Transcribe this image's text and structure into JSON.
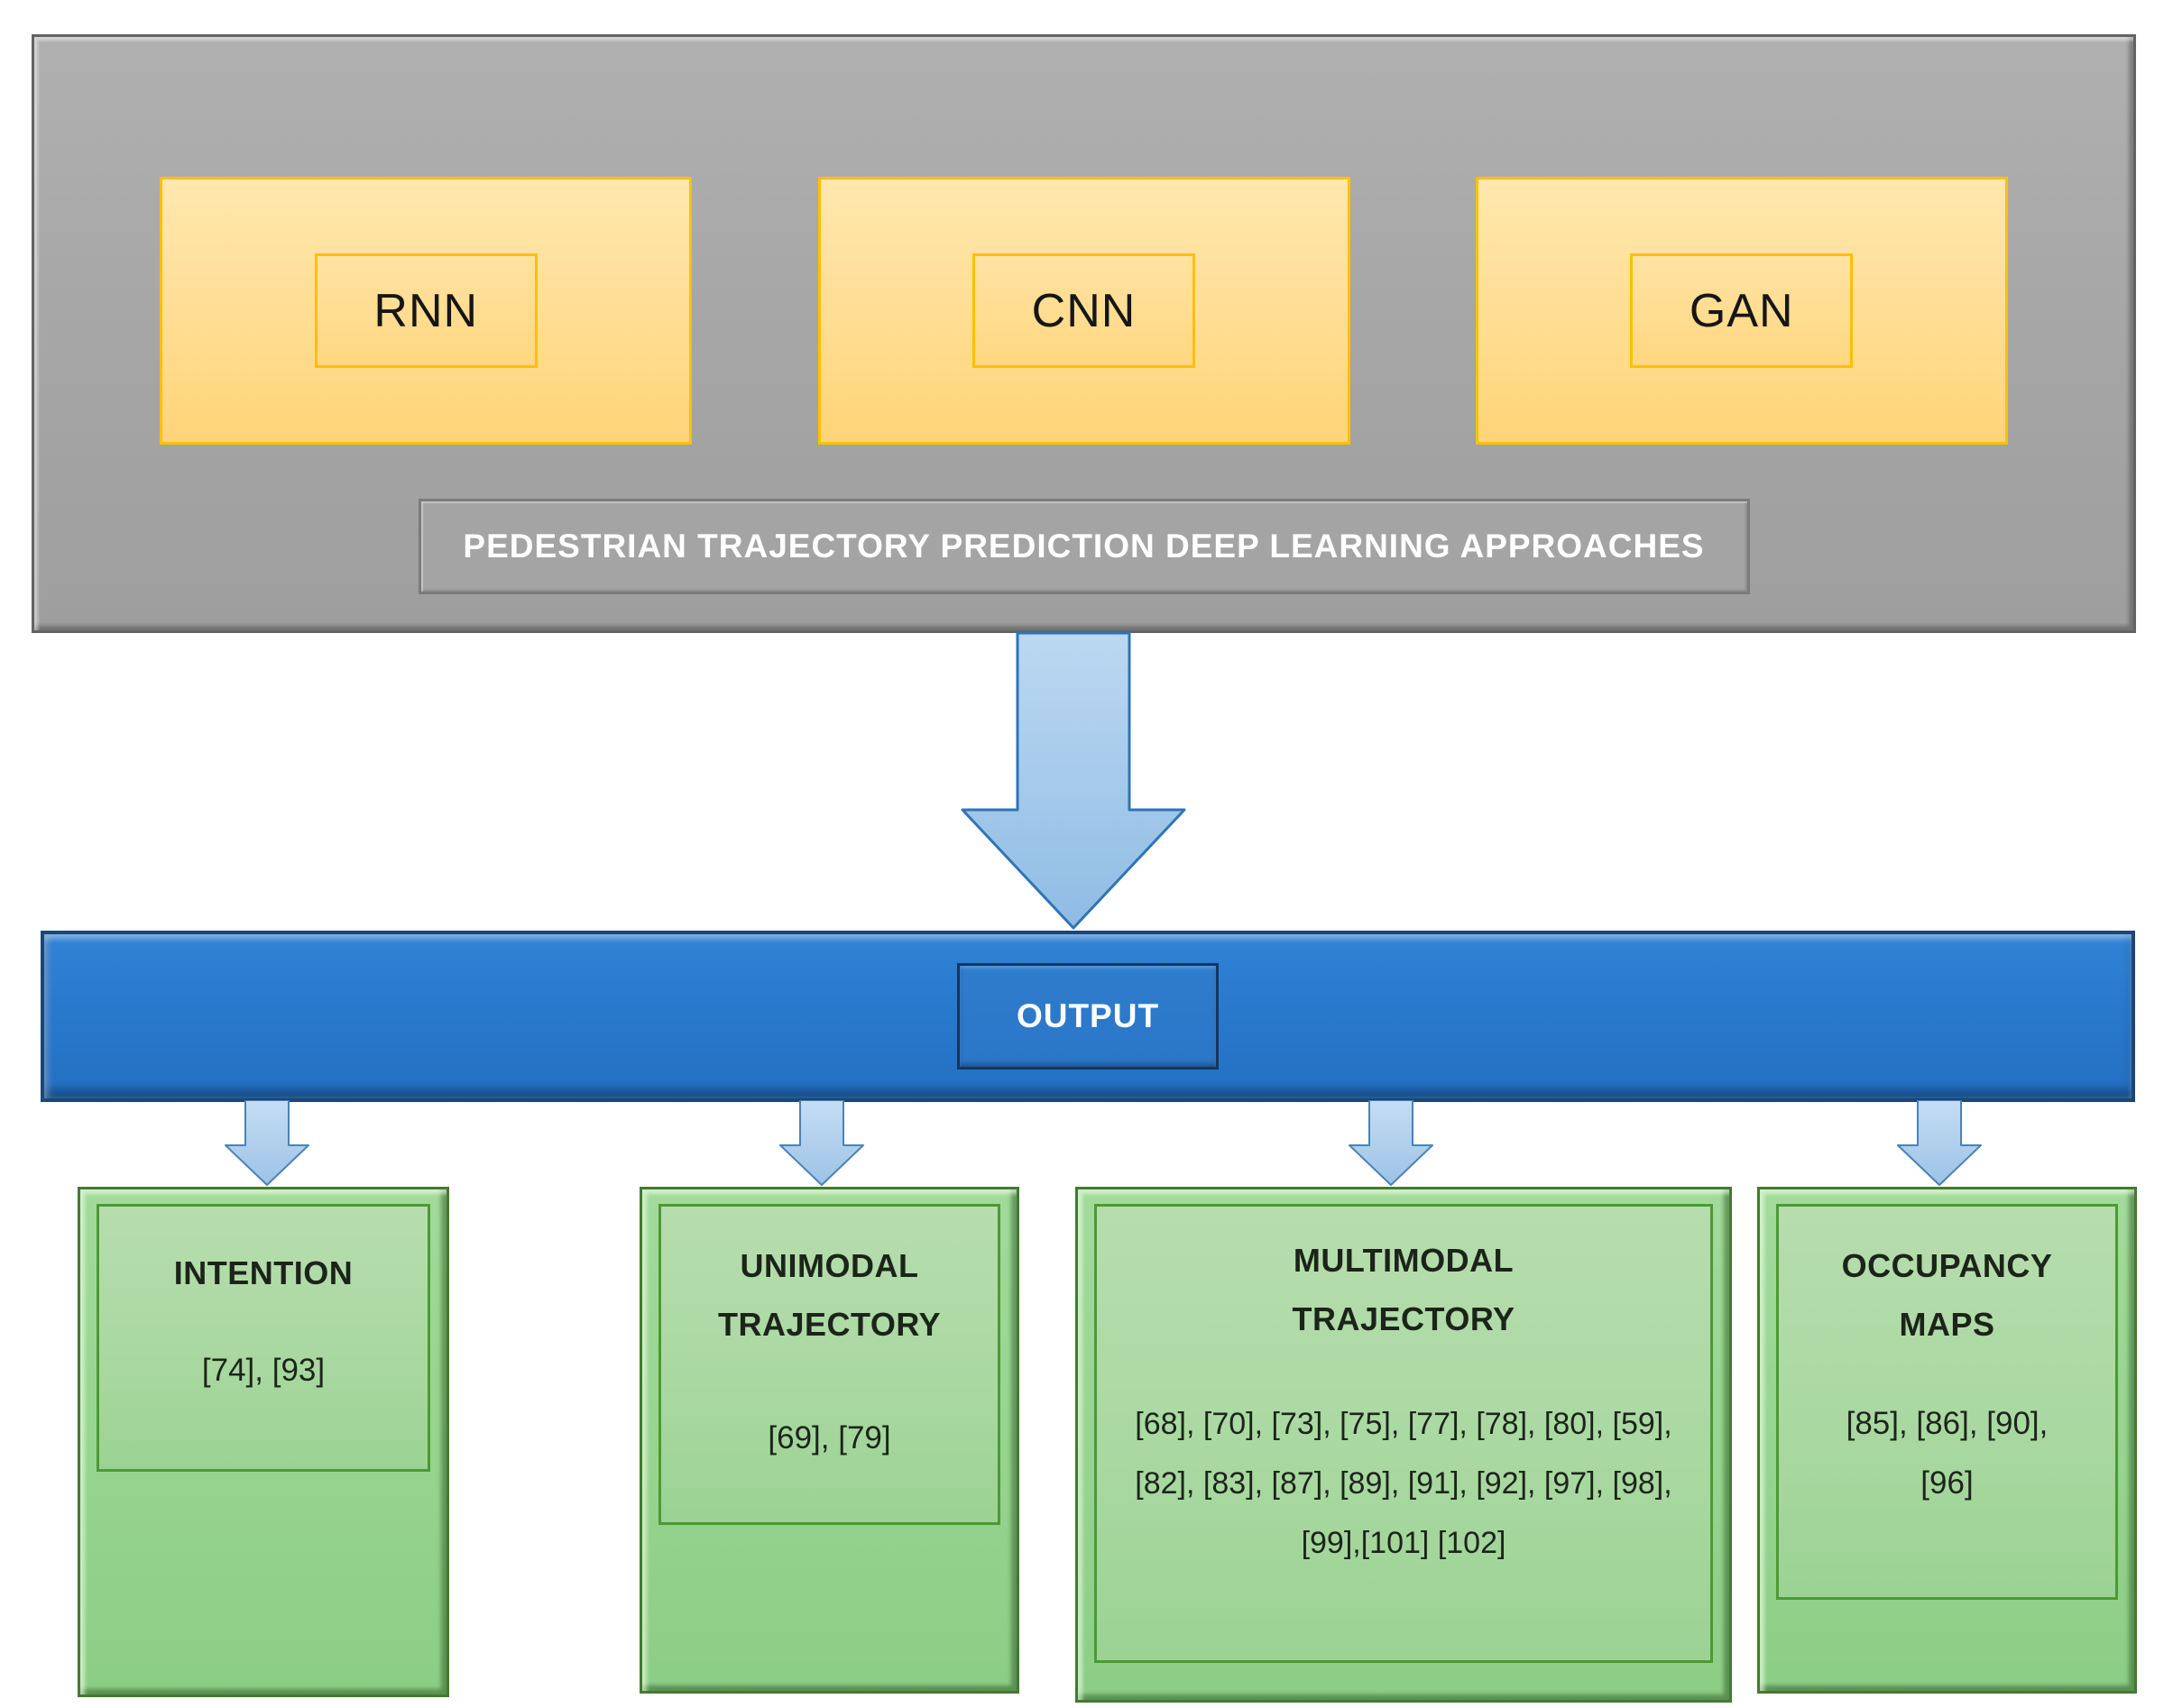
{
  "diagram": {
    "approaches_panel": {
      "caption": "PEDESTRIAN TRAJECTORY PREDICTION DEEP LEARNING APPROACHES",
      "boxes": [
        {
          "label": "RNN"
        },
        {
          "label": "CNN"
        },
        {
          "label": "GAN"
        }
      ]
    },
    "output_bar": {
      "label": "OUTPUT"
    },
    "outputs": [
      {
        "title": "INTENTION",
        "refs": "[74], [93]"
      },
      {
        "title": "UNIMODAL TRAJECTORY",
        "refs": "[69], [79]"
      },
      {
        "title": "MULTIMODAL TRAJECTORY",
        "refs": "[68], [70], [73], [75], [77], [78], [80], [59], [82], [83], [87], [89], [91], [92], [97], [98], [99],[101] [102]"
      },
      {
        "title": "OCCUPANCY MAPS",
        "refs": "[85], [86], [90], [96]"
      }
    ],
    "icons": {
      "flow_arrow": "down-arrow-icon"
    },
    "colors": {
      "panel_gray": "#a6a6a6",
      "panel_border": "#636363",
      "approach_fill": "#ffdd92",
      "approach_border": "#ffc000",
      "output_blue": "#2879ce",
      "output_border": "#1c4674",
      "arrow_fill": "#a5c9ea",
      "arrow_stroke": "#2e75b6",
      "result_green": "#96d48f",
      "result_inner_border": "#4c9a33",
      "result_outer_border": "#447a33",
      "caption_text": "#ffffff",
      "label_text": "#161616"
    }
  }
}
